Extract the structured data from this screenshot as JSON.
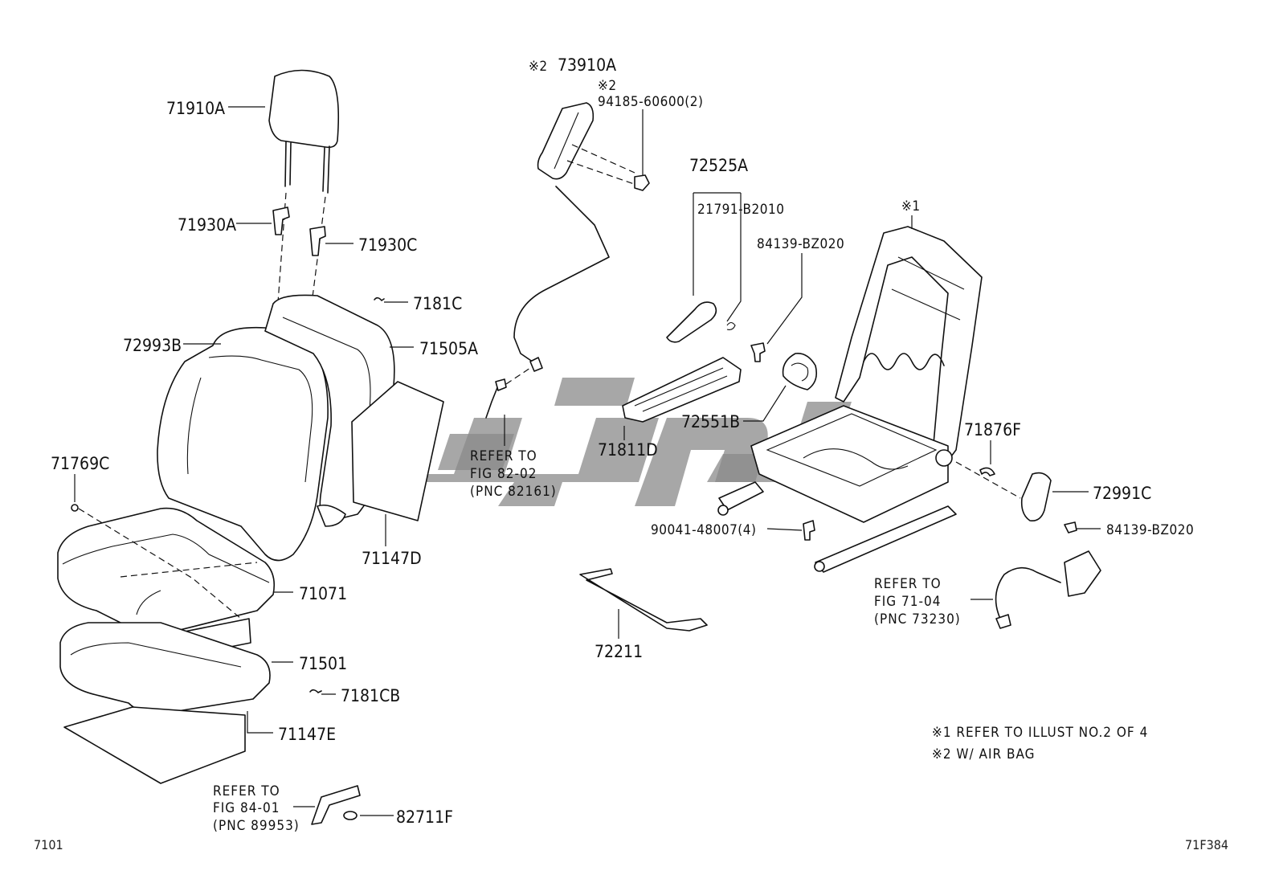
{
  "labels": {
    "p71910A": "71910A",
    "p71930A": "71930A",
    "p71930C": "71930C",
    "p7181C": "7181C",
    "p72993B": "72993B",
    "p71505A": "71505A",
    "p71769C": "71769C",
    "p71147D": "71147D",
    "p71071": "71071",
    "p71501": "71501",
    "p7181CB": "7181CB",
    "p71147E": "71147E",
    "p82711F": "82711F",
    "p73910A": "73910A",
    "p94185": "94185-60600(2)",
    "p72525A": "72525A",
    "p21791": "21791-B2010",
    "p84139a": "84139-BZ020",
    "p72551B": "72551B",
    "p71811D": "71811D",
    "p71876F": "71876F",
    "p72991C": "72991C",
    "p84139b": "84139-BZ020",
    "p90041": "90041-48007(4)",
    "p72211": "72211"
  },
  "marks": {
    "m1": "※1",
    "m2": "※2"
  },
  "refs": {
    "fig82": [
      "REFER TO",
      "FIG 82-02",
      "(PNC 82161)"
    ],
    "fig71": [
      "REFER TO",
      "FIG 71-04",
      "(PNC 73230)"
    ],
    "fig84": [
      "REFER TO",
      "FIG 84-01",
      "(PNC 89953)"
    ]
  },
  "notes": {
    "n1": "※1 REFER TO ILLUST NO.2 OF 4",
    "n2": "※2 W/ AIR BAG"
  },
  "corner": {
    "left": "7101",
    "right": "71F384"
  },
  "colors": {
    "line": "#111111",
    "watermark": "#8a8a8a",
    "background": "#ffffff"
  }
}
